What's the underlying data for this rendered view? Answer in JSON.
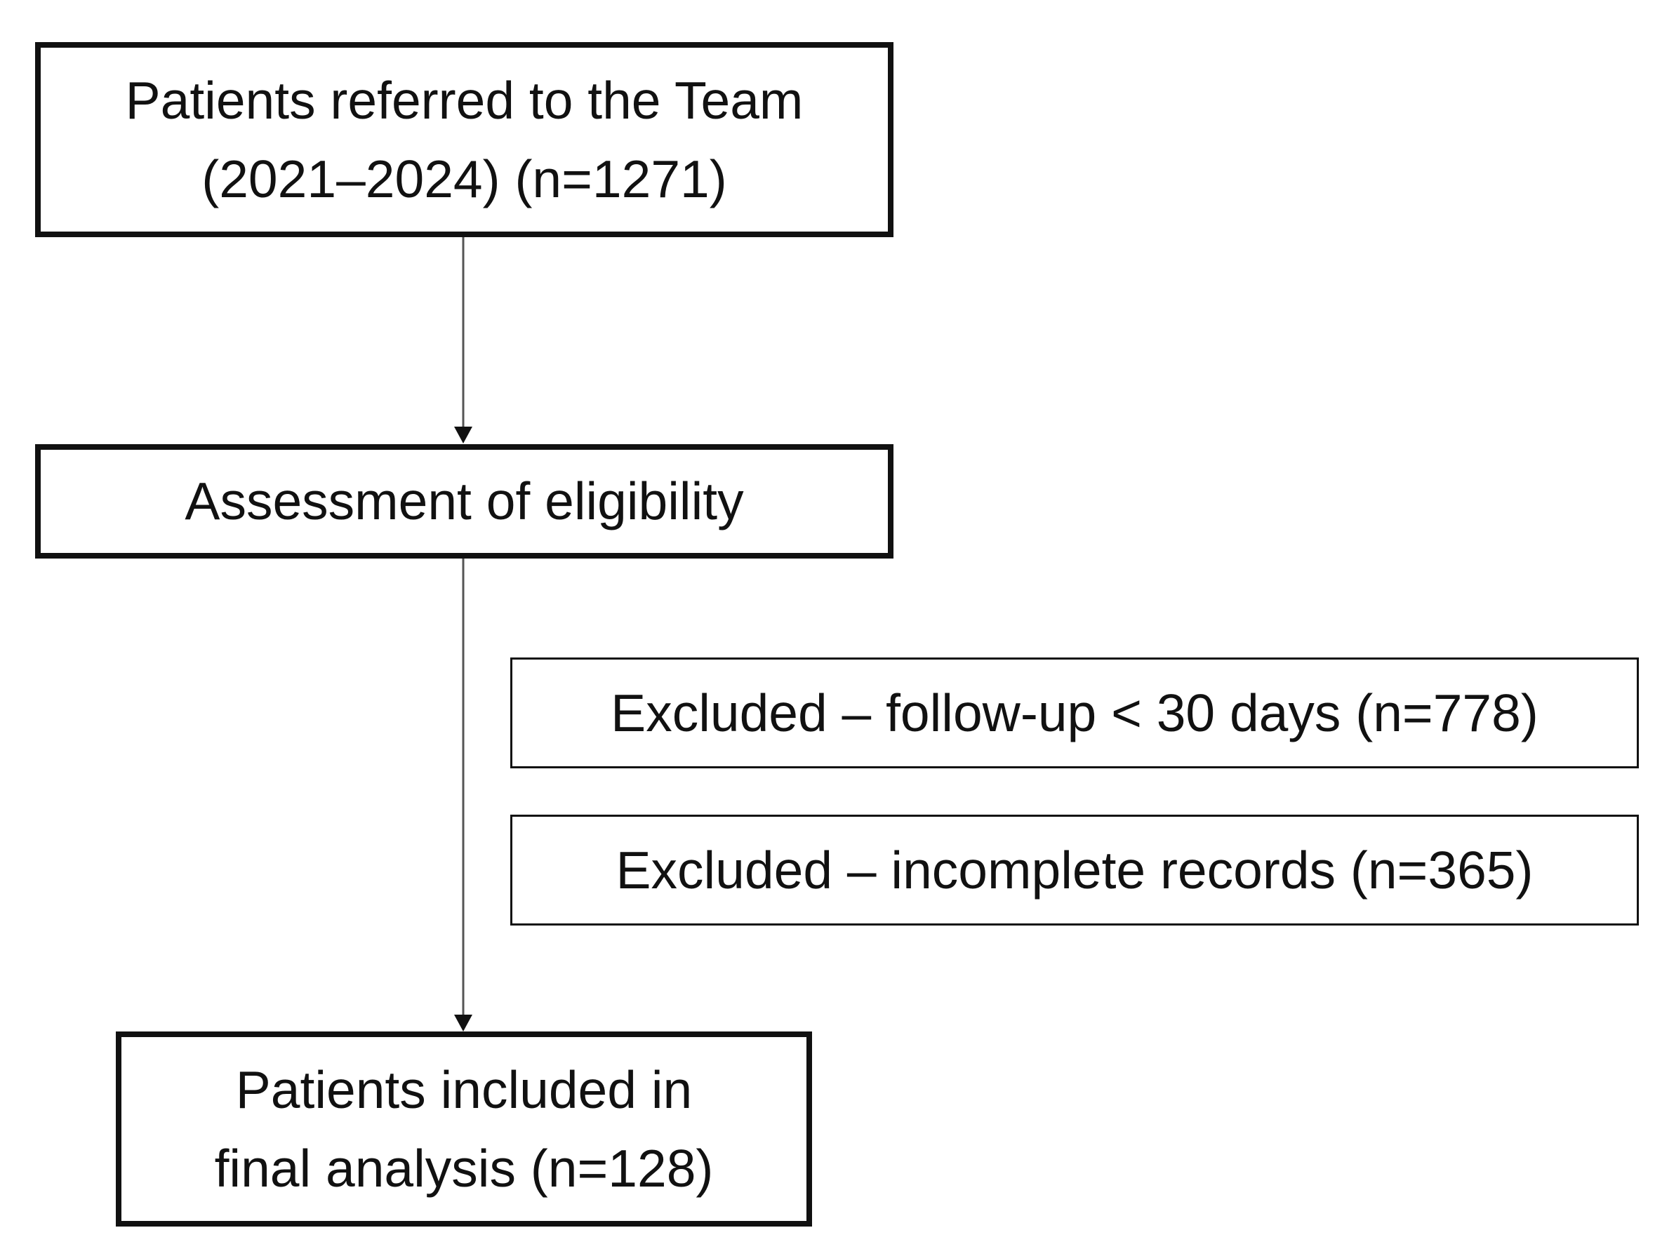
{
  "flowchart": {
    "boxes": {
      "referred": "Patients referred to the Team\n(2021–2024) (n=1271)",
      "eligibility": "Assessment of eligibility",
      "excluded_followup": "Excluded – follow-up < 30 days (n=778)",
      "excluded_records": "Excluded – incomplete records (n=365)",
      "included": "Patients included in\nfinal analysis (n=128)"
    },
    "colors": {
      "border": "#111111",
      "arrow": "#555555",
      "background": "#ffffff"
    }
  }
}
